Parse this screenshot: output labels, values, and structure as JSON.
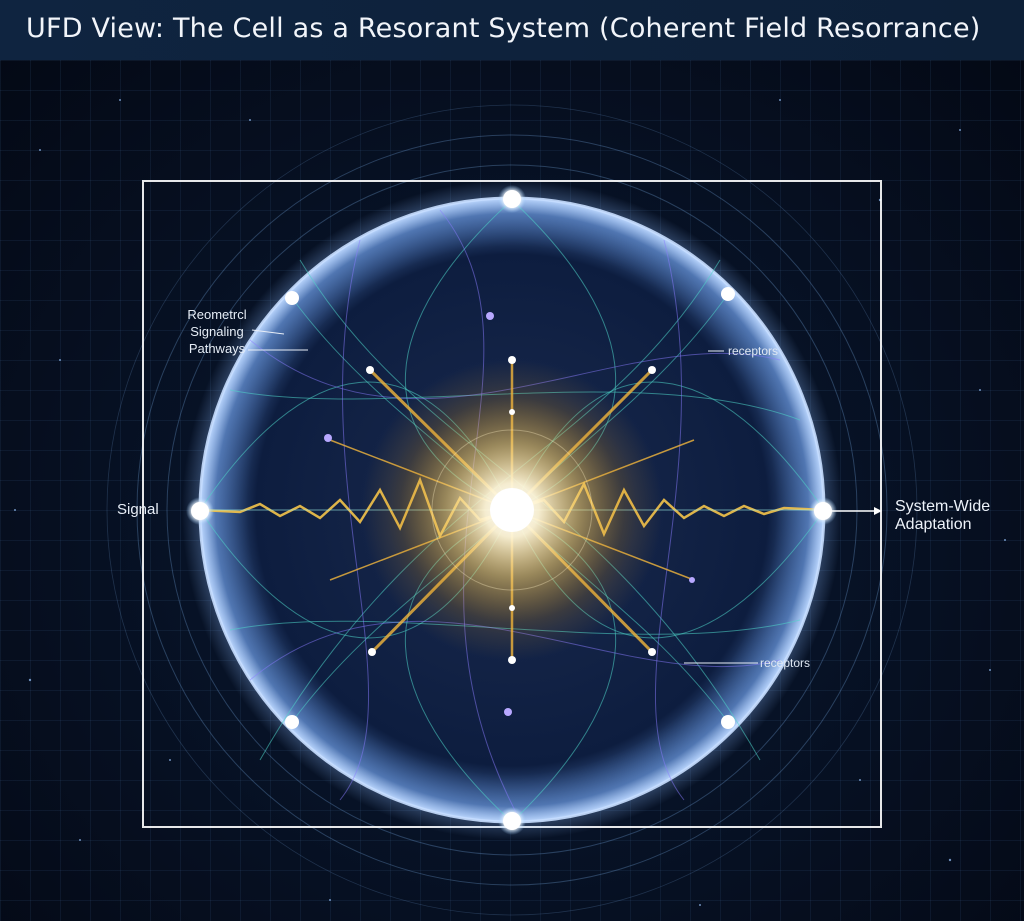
{
  "title": "UFD View: The Cell as a Resorant System (Coherent Field Resorrance)",
  "labels": {
    "left_block": [
      "Reometrcl",
      "Signaling",
      "Pathways"
    ],
    "signal": "Signal",
    "right_block": [
      "System-Wide",
      "Adaptation"
    ],
    "receptors_top": "receptors",
    "receptors_bottom": "receptors"
  },
  "colors": {
    "background": "#050b1a",
    "title_bar": "#0f2440",
    "sphere_edge": "#cfe3ff",
    "core_glow": "#fff6d8",
    "filament_gold": "#f2b63c",
    "filament_teal": "#4fd6c8",
    "filament_violet": "#8a7bff",
    "frame": "#ffffff"
  }
}
